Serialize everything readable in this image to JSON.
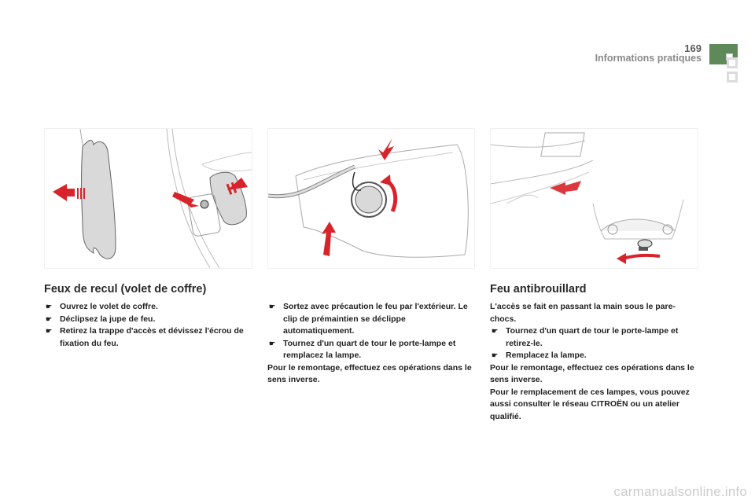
{
  "header": {
    "page_number": "169",
    "section_title": "Informations pratiques",
    "tab_color": "#5e8a5a"
  },
  "figures": [
    {
      "name": "reversing-light-trunk-flap-figure",
      "description": "Trunk flap cover removal and nut unscrew"
    },
    {
      "name": "lamp-holder-removal-figure",
      "description": "Light unit clips and lamp holder rotation"
    },
    {
      "name": "fog-light-figure",
      "description": "Fog lamp access under bumper"
    }
  ],
  "columns": {
    "left": {
      "title": "Feux de recul (volet de coffre)",
      "bullets": [
        "Ouvrez le volet de coffre.",
        "Déclipsez la jupe de feu.",
        "Retirez la trappe d'accès et dévissez l'écrou de fixation du feu."
      ]
    },
    "middle": {
      "bullets": [
        "Sortez avec précaution le feu par l'extérieur. Le clip de prémaintien se déclippe automatiquement.",
        "Tournez d'un quart de tour le porte-lampe et remplacez la lampe."
      ],
      "paragraphs": [
        "Pour le remontage, effectuez ces opérations dans le sens inverse."
      ]
    },
    "right": {
      "title": "Feu antibrouillard",
      "intro": "L'accès se fait en passant la main sous le pare-chocs.",
      "bullets": [
        "Tournez d'un quart de tour le porte-lampe et retirez-le.",
        "Remplacez la lampe."
      ],
      "paragraphs": [
        "Pour le remontage, effectuez ces opérations dans le sens inverse.",
        "Pour le remplacement de ces lampes, vous pouvez aussi consulter le réseau CITROËN ou un atelier qualifié."
      ]
    }
  },
  "bullet_glyph": "☛",
  "watermark": "carmanualsonline.info",
  "colors": {
    "arrow_red": "#d8232a",
    "part_gray": "#d9d9d9",
    "line_gray": "#9a9a9a"
  }
}
